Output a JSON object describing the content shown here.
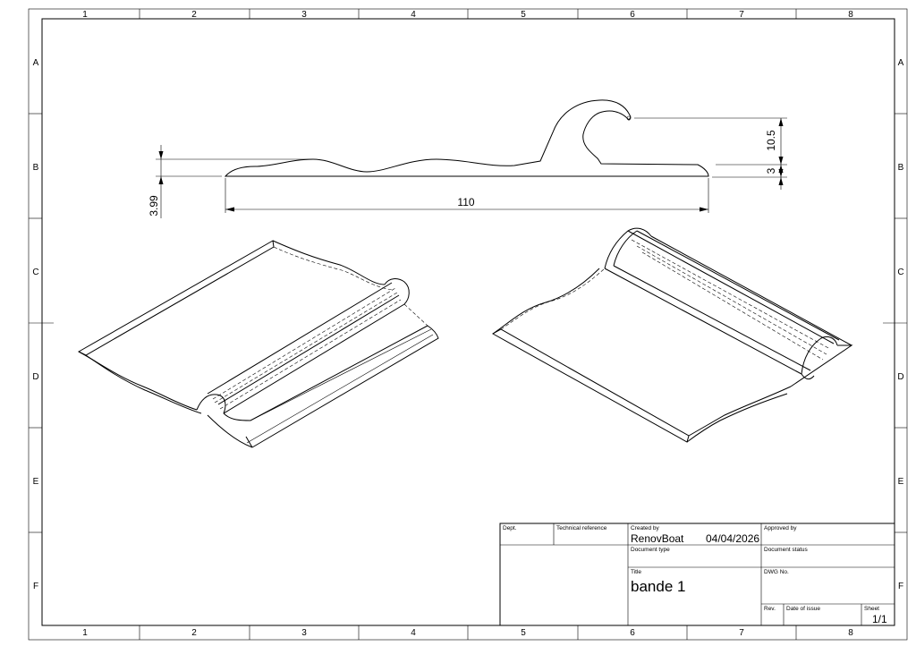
{
  "sheet": {
    "column_labels": [
      "1",
      "2",
      "3",
      "4",
      "5",
      "6",
      "7",
      "8"
    ],
    "row_labels": [
      "A",
      "B",
      "C",
      "D",
      "E",
      "F"
    ]
  },
  "dimensions": {
    "overall_width": "110",
    "hook_height": "10.5",
    "base_thickness": "3",
    "wave_height": "3.99"
  },
  "title_block": {
    "dept_label": "Dept.",
    "tech_ref_label": "Technical reference",
    "created_by_label": "Created by",
    "created_by": "RenovBoat",
    "date": "04/04/2026",
    "approved_by_label": "Approved by",
    "doc_type_label": "Document type",
    "doc_status_label": "Document status",
    "title_label": "Title",
    "title": "bande 1",
    "dwg_no_label": "DWG No.",
    "rev_label": "Rev.",
    "date_of_issue_label": "Date of issue",
    "sheet_label": "Sheet",
    "sheet": "1/1"
  }
}
